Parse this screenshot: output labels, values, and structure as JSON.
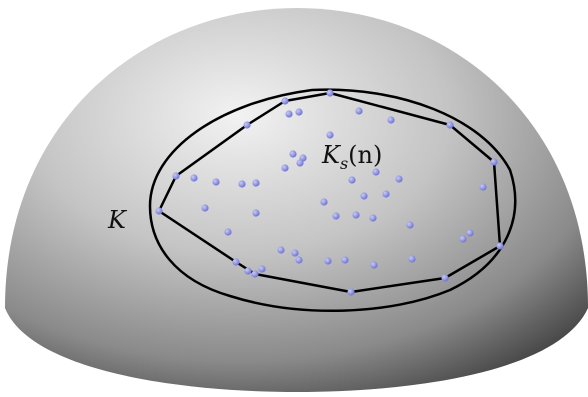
{
  "labels": {
    "outer_body": "K",
    "hull_main": "K",
    "hull_sub": "s",
    "hull_arg": "(n)"
  },
  "colors": {
    "background": "#ffffff",
    "dome_light": "#f2f2f2",
    "dome_mid": "#bdbdbd",
    "dome_dark": "#4a4a4a",
    "curve": "#000000",
    "point_fill": "#8f93e3",
    "point_stroke": "#6a6fcf"
  }
}
